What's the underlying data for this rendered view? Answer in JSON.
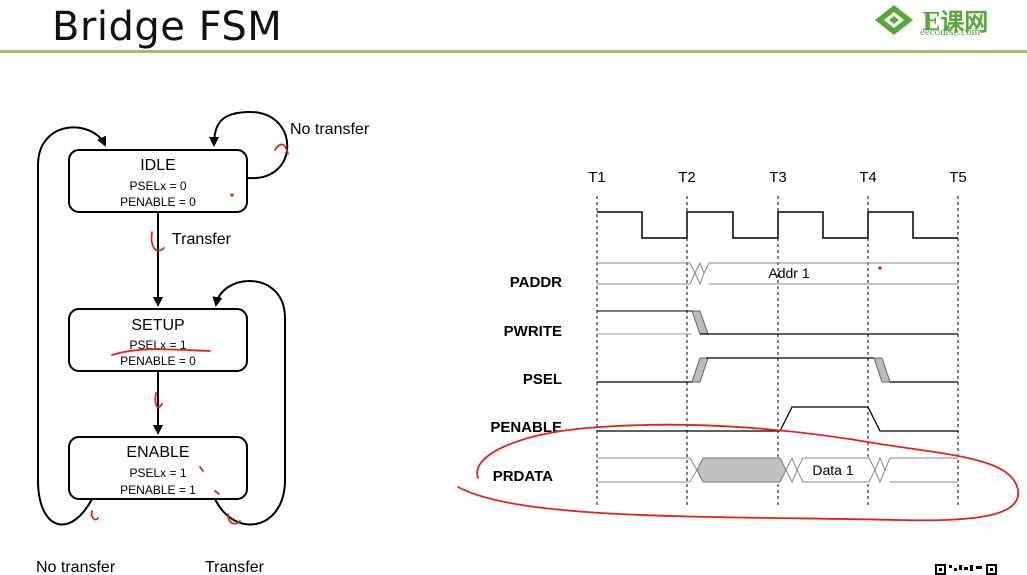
{
  "slide": {
    "title": "Bridge FSM"
  },
  "logo": {
    "brand": "E课网",
    "site": "eecourse.com"
  },
  "fsm": {
    "states": [
      {
        "name": "IDLE",
        "psel": "PSELx = 0",
        "penable": "PENABLE  = 0"
      },
      {
        "name": "SETUP",
        "psel": "PSELx = 1",
        "penable": "PENABLE  = 0"
      },
      {
        "name": "ENABLE",
        "psel": "PSELx = 1",
        "penable": "PENABLE  = 1"
      }
    ],
    "labels": {
      "idle_loop": "No transfer",
      "idle_to_setup": "Transfer",
      "enable_left": "No transfer",
      "enable_right": "Transfer"
    }
  },
  "timing": {
    "ticks": [
      "T1",
      "T2",
      "T3",
      "T4",
      "T5"
    ],
    "signals": [
      "PADDR",
      "PWRITE",
      "PSEL",
      "PENABLE",
      "PRDATA"
    ],
    "addr_label": "Addr 1",
    "data_label": "Data 1"
  },
  "colors": {
    "accent_rule": "#97c56a",
    "annotation": "#e0241b",
    "shade": "#c0c0c0"
  }
}
